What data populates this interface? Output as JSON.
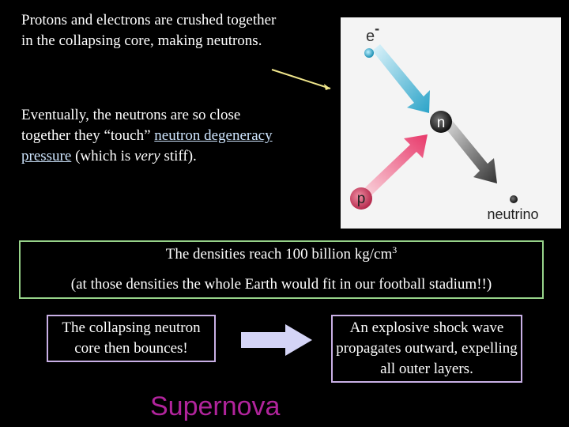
{
  "intro": "Protons and electrons are crushed together in the collapsing core, making neutrons.",
  "para": {
    "part1": "Eventually, the neutrons are so close together they “touch”  ",
    "link": "neutron degeneracy pressure",
    "part2": "  (which is ",
    "italic": "very",
    "part3": " stiff)."
  },
  "diagram": {
    "electron_label": "e",
    "electron_sup": "-",
    "neutron_label": "n",
    "proton_label": "p",
    "neutrino_label": "neutrino"
  },
  "density": {
    "line1_main": "The densities reach 100 billion kg/cm",
    "line1_sup": "3",
    "line2": "(at those densities the whole Earth would fit in our football stadium!!)"
  },
  "bounce_text": "The collapsing neutron core then bounces!",
  "shock_text": "An explosive shock wave propagates outward, expelling all outer layers.",
  "supernova": "Supernova",
  "colors": {
    "supernova": "#b1249c",
    "density_border": "#97d38a",
    "box_border": "#c9b0e6",
    "arrow_fill": "#d4d4f6"
  }
}
